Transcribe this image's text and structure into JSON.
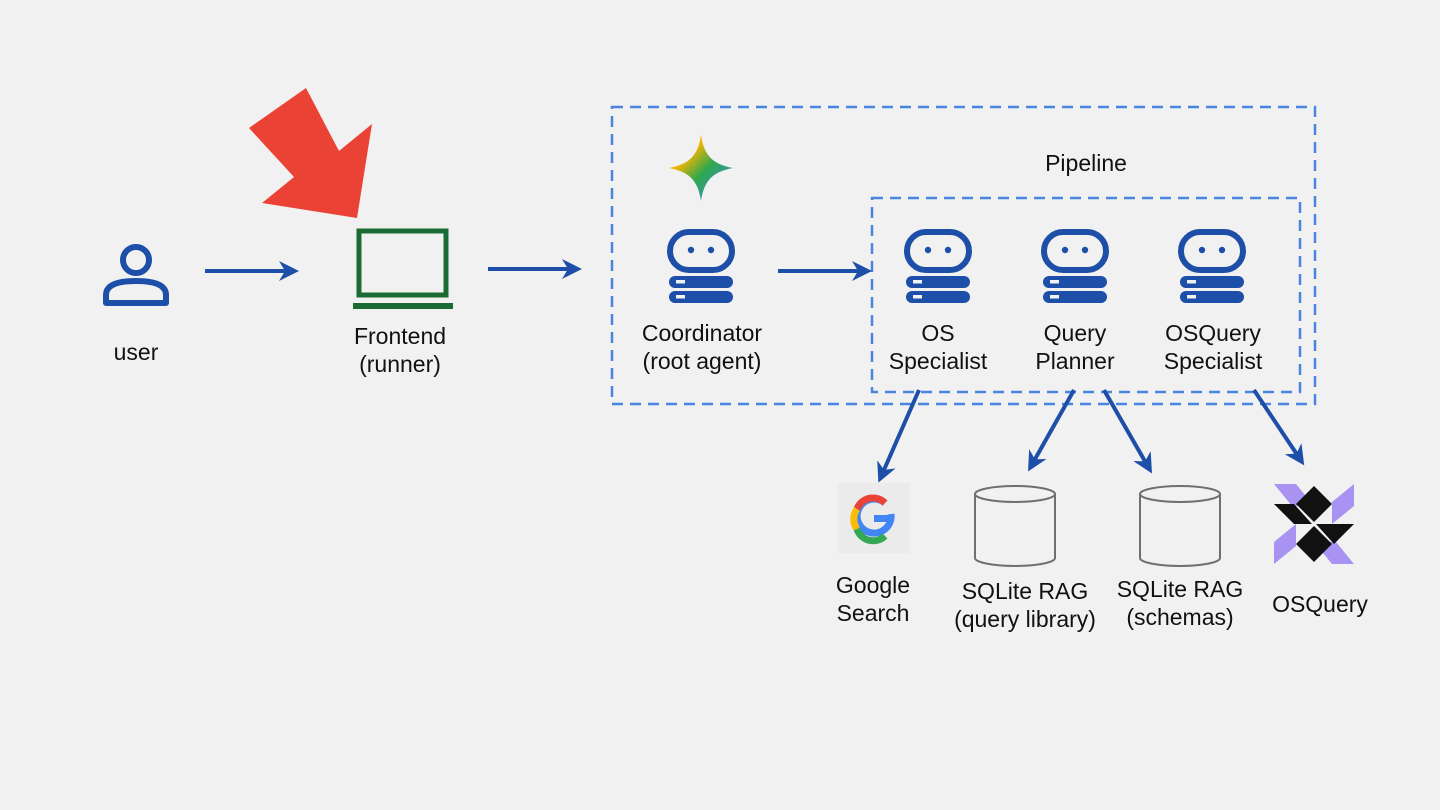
{
  "colors": {
    "background": "#f1f1f1",
    "primary_blue": "#1e4fa8",
    "dashed_blue": "#4a86e0",
    "frontend_green": "#1b6b35",
    "callout_red": "#ea4335",
    "osquery_purple": "#a993f2",
    "db_outline": "#6f6f6f"
  },
  "nodes": {
    "user": {
      "label": "user",
      "icon": "person-icon"
    },
    "frontend": {
      "line1": "Frontend",
      "line2": "(runner)",
      "icon": "laptop-icon"
    },
    "coordinator": {
      "line1": "Coordinator",
      "line2": "(root agent)",
      "icon": "agent-robot-icon"
    },
    "pipeline": {
      "label": "Pipeline"
    },
    "os_specialist": {
      "line1": "OS",
      "line2": "Specialist",
      "icon": "agent-robot-icon"
    },
    "query_planner": {
      "line1": "Query",
      "line2": "Planner",
      "icon": "agent-robot-icon"
    },
    "osquery_specialist": {
      "line1": "OSQuery",
      "line2": "Specialist",
      "icon": "agent-robot-icon"
    },
    "google_search": {
      "line1": "Google",
      "line2": "Search",
      "icon": "google-g-icon"
    },
    "sqlite_library": {
      "line1": "SQLite RAG",
      "line2": "(query library)",
      "icon": "database-icon"
    },
    "sqlite_schemas": {
      "line1": "SQLite RAG",
      "line2": "(schemas)",
      "icon": "database-icon"
    },
    "osquery": {
      "label": "OSQuery",
      "icon": "osquery-logo-icon"
    }
  },
  "icons": {
    "gemini": "gemini-sparkle-icon",
    "callout": "red-callout-arrow-icon"
  }
}
